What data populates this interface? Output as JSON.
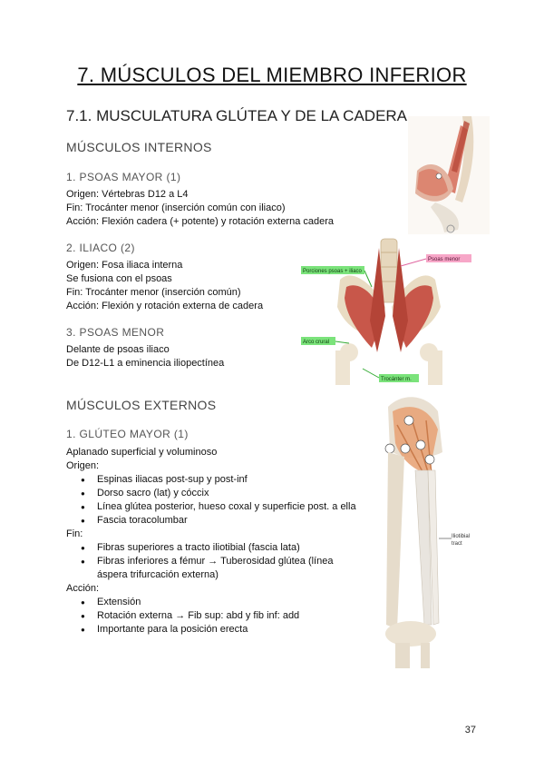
{
  "title": "7. MÚSCULOS DEL MIEMBRO INFERIOR",
  "section": "7.1. MUSCULATURA GLÚTEA Y DE LA CADERA",
  "internos": {
    "heading": "MÚSCULOS INTERNOS",
    "psoas_mayor": {
      "heading": "1. PSOAS MAYOR (1)",
      "lines": [
        "Origen: Vértebras D12 a L4",
        "Fin: Trocánter menor (inserción común con iliaco)",
        "Acción: Flexión cadera (+ potente) y rotación externa cadera"
      ]
    },
    "iliaco": {
      "heading": "2. ILIACO (2)",
      "lines": [
        "Origen: Fosa iliaca interna",
        "Se fusiona con el psoas",
        "Fin: Trocánter menor (inserción común)",
        "Acción: Flexión y rotación externa de cadera"
      ]
    },
    "psoas_menor": {
      "heading": "3. PSOAS MENOR",
      "lines": [
        "Delante de psoas iliaco",
        "De D12-L1 a eminencia iliopectínea"
      ]
    }
  },
  "externos": {
    "heading": "MÚSCULOS EXTERNOS",
    "gluteo_mayor": {
      "heading": "1. GLÚTEO MAYOR (1)",
      "intro": "Aplanado  superficial y voluminoso",
      "origen_label": "Origen:",
      "origen": [
        "Espinas iliacas post-sup y post-inf",
        "Dorso sacro (lat) y cóccix",
        "Línea glútea posterior, hueso coxal y superficie post. a ella",
        "Fascia toracolumbar"
      ],
      "fin_label": "Fin:",
      "fin": [
        "Fibras superiores a tracto iliotibial (fascia lata)",
        "Fibras inferiores a fémur → Tuberosidad glútea (línea áspera trifurcación externa)"
      ],
      "accion_label": "Acción:",
      "accion": [
        "Extensión",
        "Rotación externa → Fib sup: abd  y  fib inf: add",
        "Importante para la posición erecta"
      ]
    }
  },
  "figure_labels": {
    "porciones": "Porciones psoas + iliaco",
    "psoas_menor": "Psoas menor",
    "arco_crural": "Arco crural",
    "trocanter": "Trocánter m.",
    "iliotibial": "Iliotibial",
    "tract": "tract"
  },
  "page_number": "37"
}
